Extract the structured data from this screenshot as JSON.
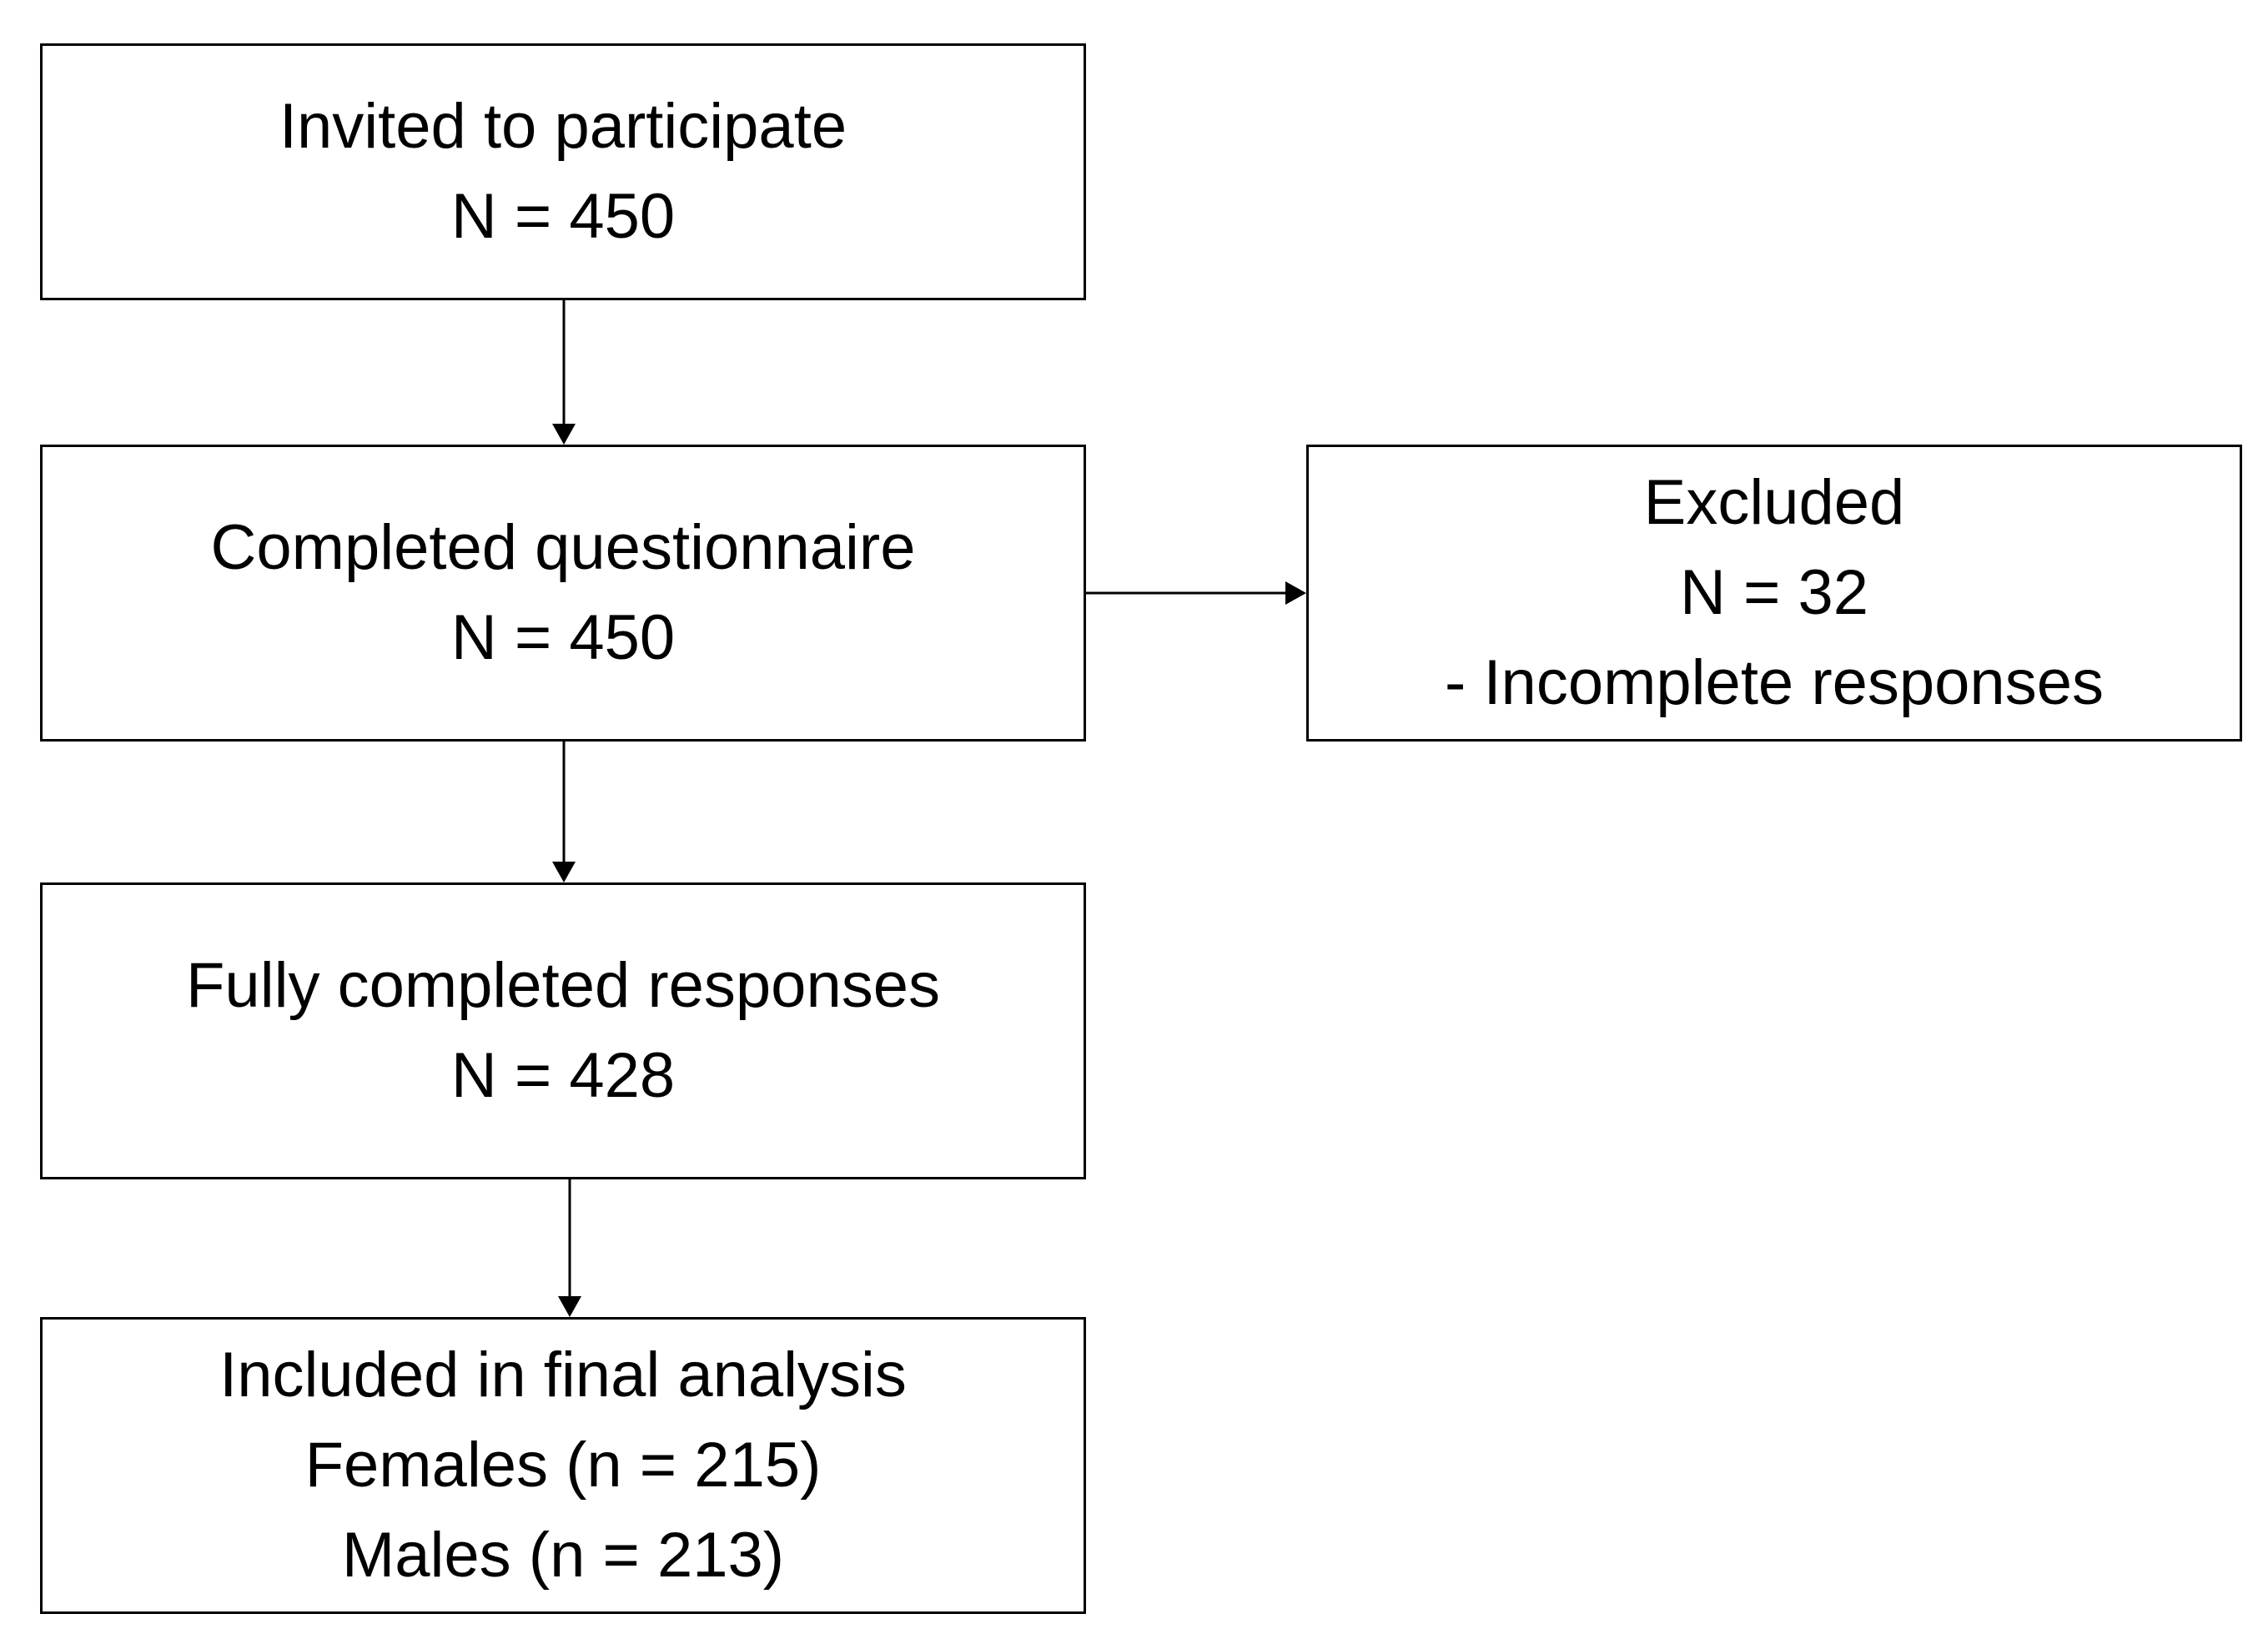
{
  "diagram": {
    "boxes": {
      "invited": {
        "title": "Invited to participate",
        "count": "N = 450"
      },
      "completed": {
        "title": "Completed questionnaire",
        "count": "N = 450"
      },
      "excluded": {
        "title": "Excluded",
        "count": "N = 32",
        "reason": "- Incomplete responses"
      },
      "fully": {
        "title": "Fully completed responses",
        "count": "N = 428"
      },
      "included": {
        "title": "Included in final analysis",
        "females": "Females (n = 215)",
        "males": "Males (n = 213)"
      }
    },
    "line_color": "#000000",
    "box_border_color": "#000000",
    "background_color": "#ffffff"
  }
}
